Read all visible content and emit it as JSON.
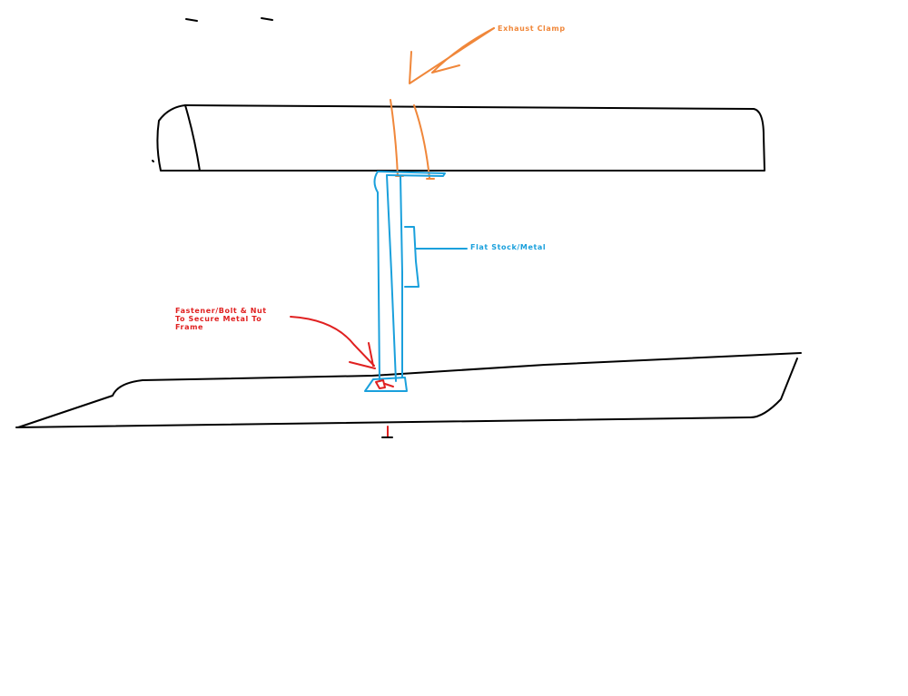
{
  "labels": {
    "exhaust_clamp": "Exhaust clamp",
    "flat_stock": "Flat stock/metal",
    "fastener_lines": [
      "Fastener/bolt & nut",
      "to secure metal to",
      "frame"
    ]
  },
  "colors": {
    "background": "#ffffff",
    "outline": "#000000",
    "clamp": "#f0873a",
    "bracket": "#1aa0dc",
    "fastener": "#e02020"
  }
}
